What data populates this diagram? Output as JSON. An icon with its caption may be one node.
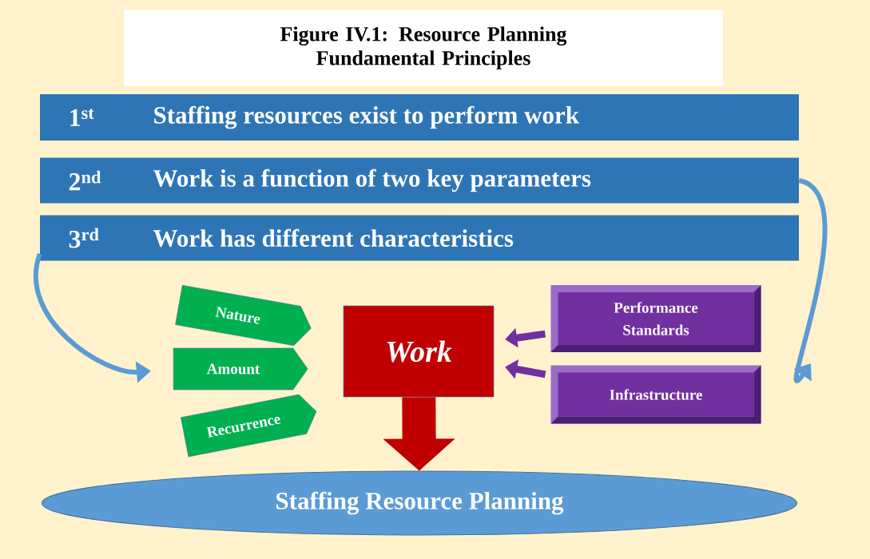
{
  "diagram": {
    "title": "Figure IV.1: Resource Planning Fundamental Principles",
    "nodes": [
      {
        "text": [
          "1$^{st}$",
          "Staffing resources exist to perform work"
        ]
      },
      {
        "text": [
          "2$^{nd}$",
          "Work is a function of two key parameters"
        ]
      },
      {
        "text": [
          "3$^{rd}$",
          "Work has different characteristics"
        ]
      },
      {
        "text": [
          "Nature"
        ]
      },
      {
        "text": [
          "Amount"
        ]
      },
      {
        "text": [
          "Recurrence"
        ]
      },
      {
        "text": [
          "Work"
        ]
      },
      {
        "text": [
          "Performance Standards"
        ]
      },
      {
        "text": [
          "Infrastructure"
        ]
      },
      {
        "text": [
          "Staffing Resource Planning"
        ]
      }
    ],
    "edges": [
      {
        "from": 1,
        "to": null,
        "arrow": "to",
        "color": "#5b9bd5"
      },
      {
        "from": 2,
        "to": 4,
        "arrow": "to",
        "color": "#5b9bd5"
      },
      {
        "from": 7,
        "to": 6,
        "arrow": "to",
        "color": "#7030a0"
      },
      {
        "from": 8,
        "to": 6,
        "arrow": "to",
        "color": "#7030a0"
      },
      {
        "from": 6,
        "to": 9,
        "arrow": "to",
        "style": "thick",
        "color": "#c00000"
      }
    ]
  }
}
